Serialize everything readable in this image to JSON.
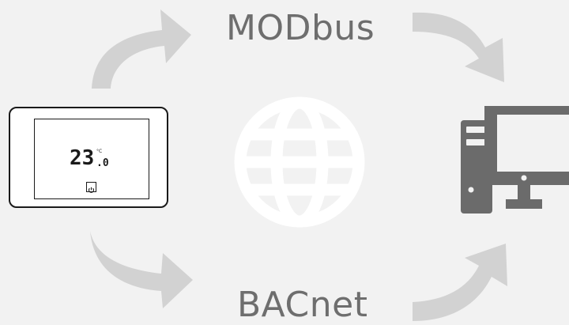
{
  "labels": {
    "top_protocol": "MODbus",
    "bottom_protocol": "BACnet"
  },
  "thermostat": {
    "temperature_int": "23",
    "temperature_dec": ".0",
    "unit": "°C",
    "power_icon": "power-icon"
  },
  "icons": {
    "center": "globe-icon",
    "right": "desktop-computer-icon"
  },
  "colors": {
    "background": "#f2f2f2",
    "arrow": "#d2d2d2",
    "globe": "#ffffff",
    "computer": "#6b6b6b",
    "label": "#6e6e6e",
    "device_outline": "#1a1a1a"
  }
}
